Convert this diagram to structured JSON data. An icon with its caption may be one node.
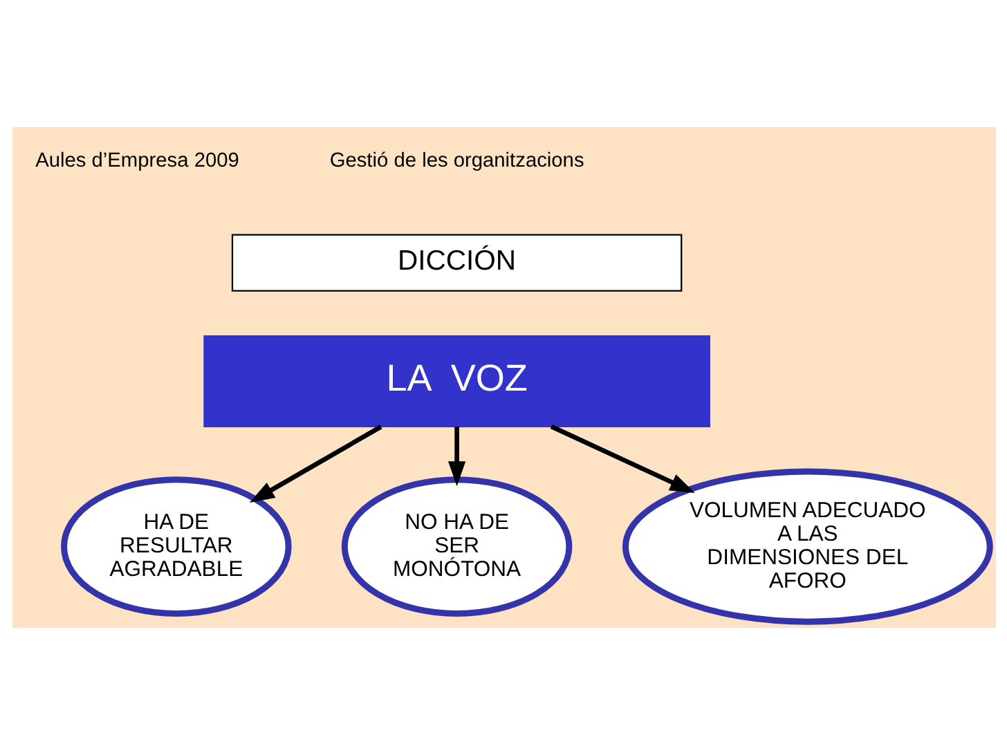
{
  "diagram": {
    "nodes": [
      {
        "text": [
          "DICCIÓN"
        ]
      },
      {
        "text": [
          "LA  VOZ"
        ]
      },
      {
        "text": [
          "HA DE RESULTAR AGRADABLE"
        ]
      },
      {
        "text": [
          "NO HA DE SER MONÓTONA"
        ]
      },
      {
        "text": [
          "VOLUMEN ADECUADO A LAS DIMENSIONES DEL AFORO"
        ]
      }
    ],
    "edges": [
      {
        "from": 1,
        "to": 2,
        "arrow": "to"
      },
      {
        "from": 1,
        "to": 3,
        "arrow": "to"
      },
      {
        "from": 1,
        "to": 4,
        "arrow": "to"
      }
    ],
    "labels": [
      "Aules d’Empresa 2009",
      "Gestió de les organitzacions"
    ]
  }
}
